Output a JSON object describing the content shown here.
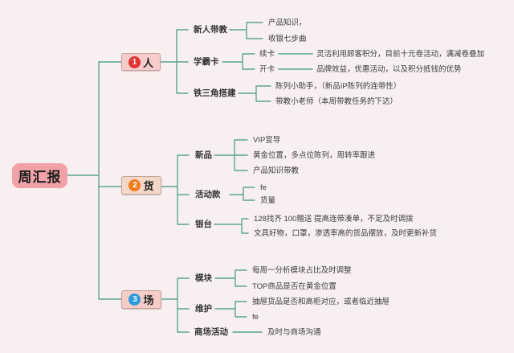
{
  "root": {
    "label": "周汇报"
  },
  "colors": {
    "background": "#f8f0f0",
    "line": "#5aa394",
    "root_node_bg": "#f0a2a8",
    "branch_people_bg": "#f6cbca",
    "branch_goods_bg": "#f3d7c8",
    "branch_scene_bg": "#f5ccc8",
    "badge_1": "#e13430",
    "badge_2": "#ef7c1e",
    "badge_3": "#2e9ade"
  },
  "branches": [
    {
      "number": "1",
      "label": "人",
      "children": [
        {
          "label": "新人带教",
          "leaves": [
            "产品知识，",
            "收银七步曲"
          ]
        },
        {
          "label": "学霸卡",
          "subs": [
            {
              "label": "续卡",
              "note": "灵活利用顾客积分，目前十元卷活动，满减卷叠加"
            },
            {
              "label": "开卡",
              "note": "品牌效益，优惠活动，以及积分抵钱的优势"
            }
          ]
        },
        {
          "label": "铁三角搭建",
          "leaves": [
            "陈列小助手，（新品IP陈列的连带性）",
            "带教小老师（本周带教任务的下达）"
          ]
        }
      ]
    },
    {
      "number": "2",
      "label": "货",
      "children": [
        {
          "label": "新品",
          "leaves": [
            "VIP宣导",
            "黄金位置，多点位陈列，周转率跟进",
            "产品知识带教"
          ]
        },
        {
          "label": "活动款",
          "leaves": [
            "fe",
            "货量"
          ]
        },
        {
          "label": "银台",
          "leaves": [
            "128找齐 100赠送 提高连带凑单，不足及时调拨",
            "文具好物，口罩，渗透率高的货品摆放，及时更新补货"
          ]
        }
      ]
    },
    {
      "number": "3",
      "label": "场",
      "children": [
        {
          "label": "模块",
          "leaves": [
            "每周一分析模块占比及时调整",
            "TOP商品是否在黄金位置"
          ]
        },
        {
          "label": "维护",
          "leaves": [
            "抽屉货品是否和高柜对应，或者临近抽屉",
            "fe"
          ]
        },
        {
          "label": "商场活动",
          "leaves": [
            "及时与商场沟通"
          ]
        }
      ]
    }
  ]
}
